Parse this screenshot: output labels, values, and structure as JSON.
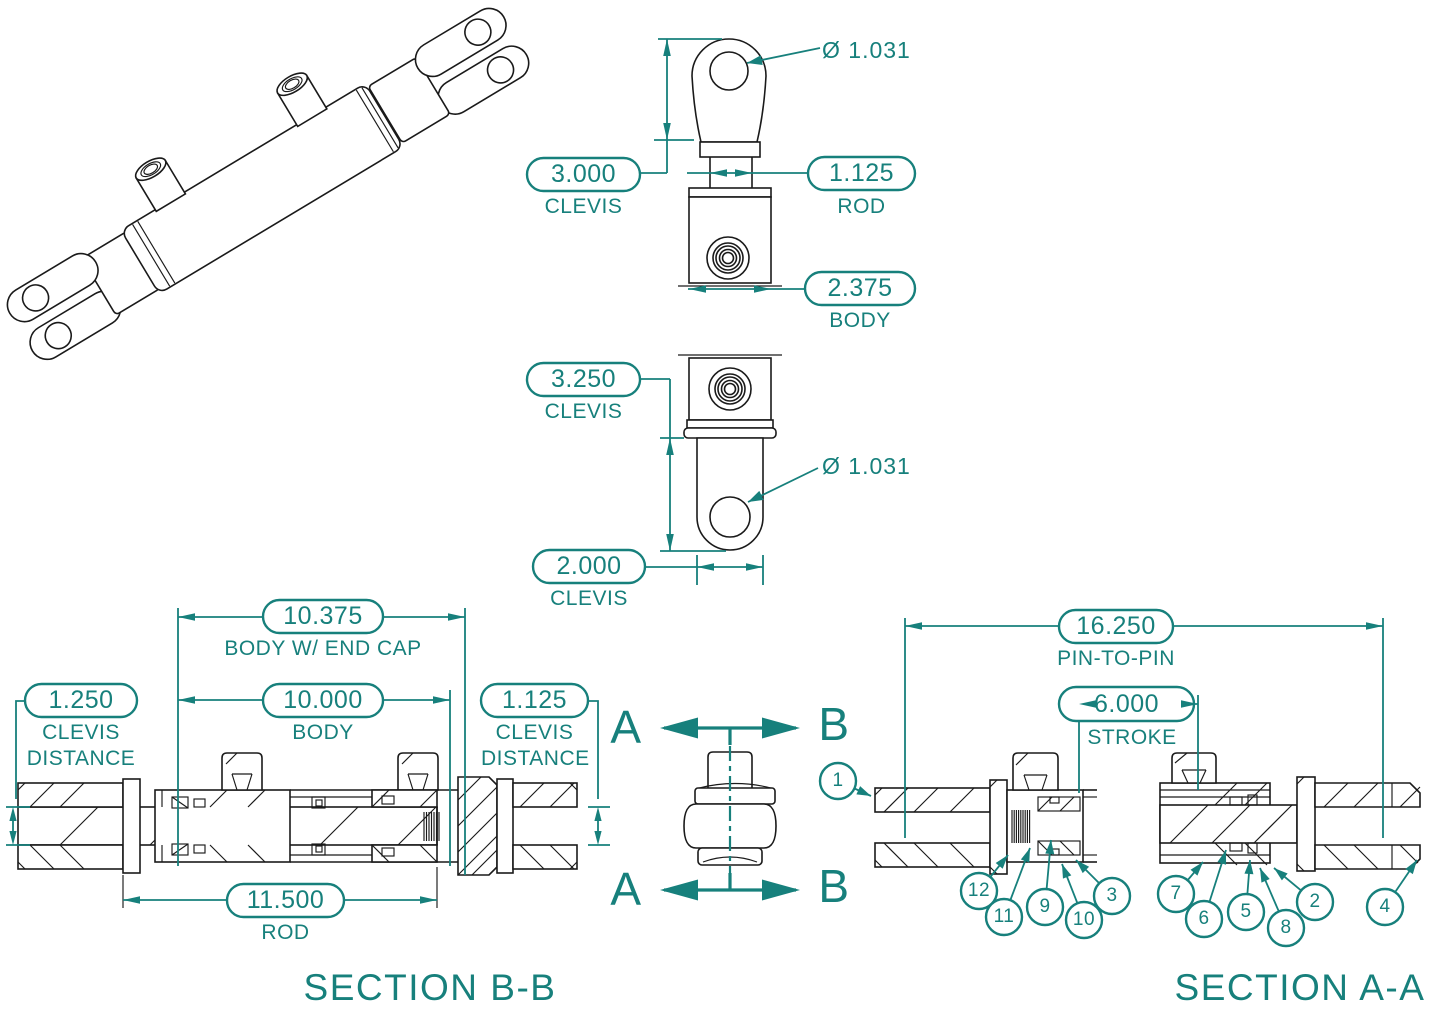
{
  "colors": {
    "accent": "#17807c",
    "line_color": "#1a1a1a",
    "background": "#ffffff"
  },
  "rod_end_view": {
    "clevis": {
      "value": "3.000",
      "label": "CLEVIS"
    },
    "rod": {
      "value": "1.125",
      "label": "ROD"
    },
    "body": {
      "value": "2.375",
      "label": "BODY"
    },
    "pin_diameter": "Ø 1.031"
  },
  "cap_end_view": {
    "clevis_length": {
      "value": "3.250",
      "label": "CLEVIS"
    },
    "clevis_width": {
      "value": "2.000",
      "label": "CLEVIS"
    },
    "pin_diameter": "Ø 1.031"
  },
  "section_bb": {
    "title": "SECTION B-B",
    "body_with_end_cap": {
      "value": "10.375",
      "label": "BODY W/ END CAP"
    },
    "body": {
      "value": "10.000",
      "label": "BODY"
    },
    "left_clevis_distance": {
      "value": "1.250",
      "label_line1": "CLEVIS",
      "label_line2": "DISTANCE"
    },
    "right_clevis_distance": {
      "value": "1.125",
      "label_line1": "CLEVIS",
      "label_line2": "DISTANCE"
    },
    "rod": {
      "value": "11.500",
      "label": "ROD"
    }
  },
  "cutting_plane": {
    "top_left": "A",
    "top_right": "B",
    "bottom_left": "A",
    "bottom_right": "B"
  },
  "section_aa": {
    "title": "SECTION A-A",
    "pin_to_pin": {
      "value": "16.250",
      "label": "PIN-TO-PIN"
    },
    "stroke": {
      "value": "6.000",
      "label": "STROKE"
    },
    "balloons": [
      "1",
      "12",
      "11",
      "9",
      "10",
      "3",
      "7",
      "6",
      "5",
      "8",
      "2",
      "4"
    ]
  }
}
